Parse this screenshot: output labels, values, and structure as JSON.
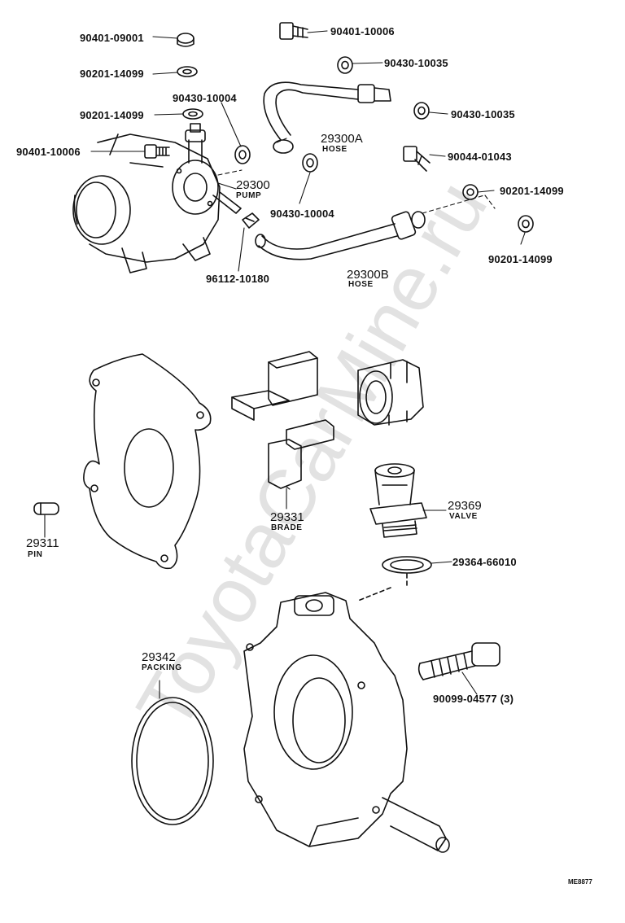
{
  "watermark": "ToyotaCarMine.ru",
  "diagram_code": "ME8877",
  "labels": {
    "p1": "90401-09001",
    "p2": "90201-14099",
    "p3": "90201-14099",
    "p4": "90401-10006",
    "p5": "90430-10004",
    "p6": "90401-10006",
    "p7": "90430-10035",
    "p8": "90430-10035",
    "p9": "90044-01043",
    "p10": "90201-14099",
    "p11": "90201-14099",
    "p12": "90430-10004",
    "p13": "96112-10180",
    "p14": "29300A",
    "p14s": "HOSE",
    "p15": "29300",
    "p15s": "PUMP",
    "p16": "29300B",
    "p16s": "HOSE",
    "p17": "29331",
    "p17s": "BRADE",
    "p18": "29311",
    "p18s": "PIN",
    "p19": "29369",
    "p19s": "VALVE",
    "p20": "29364-66010",
    "p21": "29342",
    "p21s": "PACKING",
    "p22": "90099-04577 (3)"
  }
}
